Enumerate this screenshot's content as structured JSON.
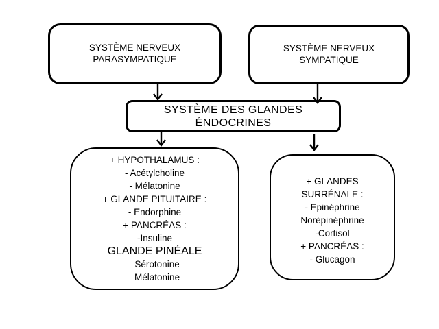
{
  "colors": {
    "background": "#ffffff",
    "stroke": "#000000",
    "text": "#000000"
  },
  "boxes": {
    "parasympathetic": {
      "lines": [
        "SYSTÈME NERVEUX",
        "PARASYMPATIQUE"
      ]
    },
    "sympathetic": {
      "lines": [
        "SYSTÈME NERVEUX",
        "SYMPATIQUE"
      ]
    },
    "endocrine": {
      "lines": [
        "SYSTÈME DES GLANDES",
        "ÉNDOCRINES"
      ]
    },
    "left_glands": {
      "lines": [
        "+ HYPOTHALAMUS :",
        "- Acétylcholine",
        "- Mélatonine",
        "+ GLANDE PITUITAIRE :",
        "- Endorphine",
        "+ PANCRÉAS :",
        "-Insuline",
        "GLANDE PINÉALE",
        "⁻Sérotonine",
        "⁻Mélatonine"
      ]
    },
    "right_glands": {
      "lines": [
        "+ GLANDES",
        "SURRÉNALE :",
        "- Epinéphrine",
        "Norépinéphrine",
        "-Cortisol",
        "+ PANCRÉAS :",
        "- Glucagon"
      ]
    }
  },
  "arrows": [
    {
      "from": "parasympathetic",
      "to": "endocrine"
    },
    {
      "from": "sympathetic",
      "to": "endocrine"
    },
    {
      "from": "endocrine",
      "to": "left_glands"
    },
    {
      "from": "endocrine",
      "to": "right_glands"
    }
  ]
}
